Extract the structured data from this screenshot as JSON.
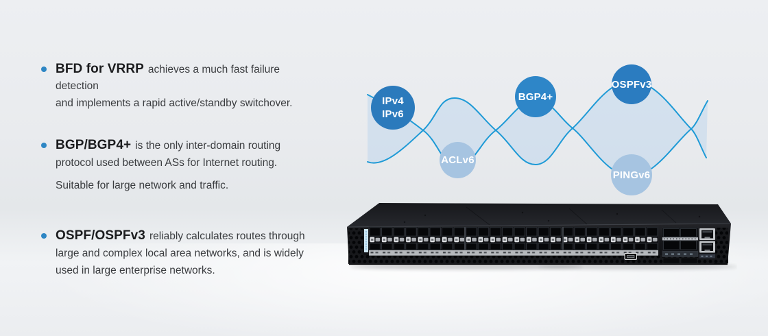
{
  "features": {
    "bullet_color": "#2e86c4",
    "items": [
      {
        "heading": "BFD for VRRP",
        "rest": "achieves a much fast failure detection",
        "lines": [
          "and implements a rapid active/standby switchover."
        ]
      },
      {
        "heading": "BGP/BGP4+",
        "rest": "is the only inter-domain routing",
        "lines": [
          "protocol used between ASs for Internet routing."
        ],
        "footer": "Suitable for large network and traffic."
      },
      {
        "heading": "OSPF/OSPFv3",
        "rest": "reliably calculates routes through",
        "lines": [
          "large and complex local area networks, and is widely",
          "used in large enterprise networks."
        ]
      }
    ]
  },
  "diagram": {
    "line_color": "#1e9ad6",
    "fill_color": "rgba(130,185,235,0.22)",
    "node_dark_color": "#2b7abc",
    "node_light_color": "#a6c4e1",
    "nodes": [
      {
        "label": "IPv4\nIPv6",
        "type": "dark"
      },
      {
        "label": "ACLv6",
        "type": "light"
      },
      {
        "label": "BGP4+",
        "type": "dark"
      },
      {
        "label": "OSPFv3",
        "type": "dark"
      },
      {
        "label": "PINGv6",
        "type": "light"
      }
    ]
  }
}
